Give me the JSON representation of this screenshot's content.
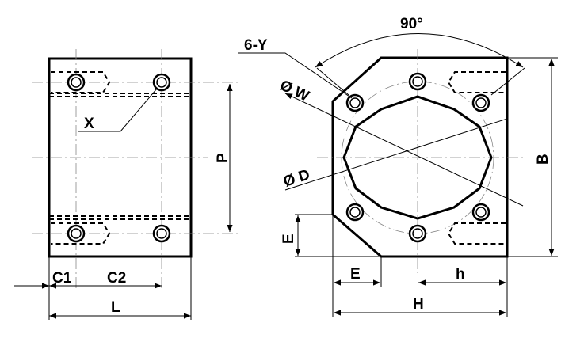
{
  "labels": {
    "angle": "90°",
    "thread_spec": "6-Y",
    "hole_callout": "X",
    "pcd": "Ø W",
    "bore": "Ø D",
    "pitch_p": "P",
    "c1": "C1",
    "c2": "C2",
    "length": "L",
    "height_b": "B",
    "chamfer_e_vertical": "E",
    "chamfer_e_horizontal": "E",
    "offset_h": "h",
    "width": "H"
  }
}
